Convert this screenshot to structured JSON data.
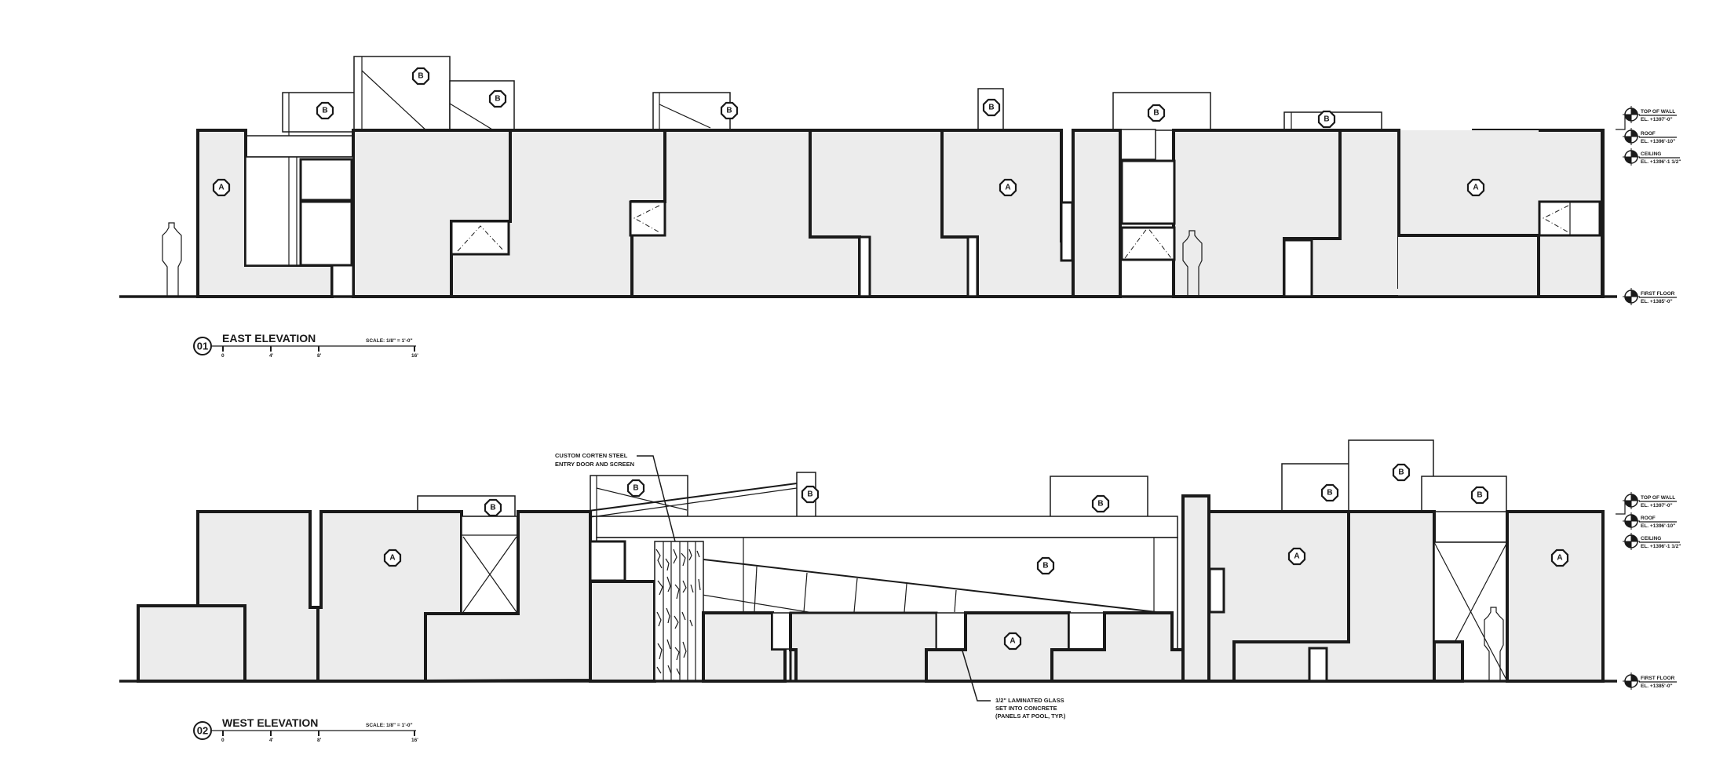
{
  "sheet": {
    "drawings": [
      {
        "number": "01",
        "title": "EAST ELEVATION",
        "scale": "SCALE: 1/8\" = 1'-0\"",
        "scale_ticks": [
          "0",
          "4'",
          "8'",
          "16'"
        ]
      },
      {
        "number": "02",
        "title": "WEST ELEVATION",
        "scale": "SCALE: 1/8\" = 1'-0\"",
        "scale_ticks": [
          "0",
          "4'",
          "8'",
          "16'"
        ]
      }
    ],
    "level_markers": [
      {
        "name": "TOP OF WALL",
        "elevation": "EL. +1397'-0\""
      },
      {
        "name": "ROOF",
        "elevation": "EL. +1396'-10\""
      },
      {
        "name": "CEILING",
        "elevation": "EL. +1396'-1 1/2\""
      },
      {
        "name": "FIRST FLOOR",
        "elevation": "EL. +1385'-0\""
      }
    ],
    "material_tags": {
      "a": "A",
      "b": "B"
    },
    "notes": {
      "corten": [
        "CUSTOM CORTEN STEEL",
        "ENTRY DOOR AND SCREEN"
      ],
      "glass": [
        "1/2\" LAMINATED GLASS",
        "SET INTO CONCRETE",
        "(PANELS AT POOL, TYP.)"
      ]
    }
  }
}
